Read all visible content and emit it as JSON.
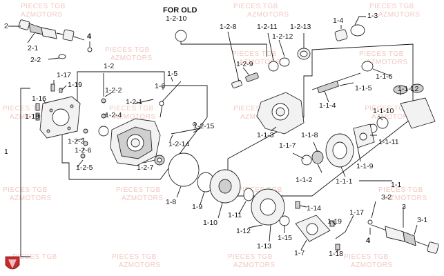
{
  "watermark": {
    "line1": "PIECES TGB",
    "line2": "AZMOTORS"
  },
  "note": {
    "line1": "FOR OLD",
    "line2": "1-2-10"
  },
  "labels": {
    "l_2": "2",
    "l_2_1": "2-1",
    "l_2_2": "2-2",
    "l_4a": "4",
    "l_1_17a": "1-17",
    "l_1_19a": "1-19",
    "l_1_16": "1-16",
    "l_1_18a": "1-18",
    "l_1": "1",
    "l_1_2": "1-2",
    "l_1_2_2": "1-2-2",
    "l_1_2_1": "1-2-1",
    "l_1_2_4": "1-2-4",
    "l_1_2_3": "1-2-3",
    "l_1_2_6": "1-2-6",
    "l_1_2_5": "1-2-5",
    "l_1_5": "1-5",
    "l_1_6": "1-6",
    "l_1_2_8": "1-2-8",
    "l_1_2_9": "1-2-9",
    "l_1_2_11": "1-2-11",
    "l_1_2_12": "1-2-12",
    "l_1_2_13": "1-2-13",
    "l_1_3": "1-3",
    "l_1_4": "1-4",
    "l_1_1_6": "1-1-6",
    "l_1_1_5": "1-1-5",
    "l_1_1_4": "1-1-4",
    "l_1_1_12": "1-1-12",
    "l_1_1_10": "1-1-10",
    "l_1_1_3": "1-1-3",
    "l_1_1_11": "1-1-11",
    "l_1_1_8": "1-1-8",
    "l_1_1_7": "1-1-7",
    "l_1_1_9": "1-1-9",
    "l_1_1_2": "1-1-2",
    "l_1_1_1": "1-1-1",
    "l_1_1": "1-1",
    "l_1_2_15": "1-2-15",
    "l_1_2_14": "1-2-14",
    "l_1_2_7": "1-2-7",
    "l_1_8": "1-8",
    "l_1_9": "1-9",
    "l_1_10": "1-10",
    "l_1_11": "1-11",
    "l_1_12": "1-12",
    "l_1_13": "1-13",
    "l_1_14": "1-14",
    "l_1_15": "1-15",
    "l_1_17b": "1-17",
    "l_1_19b": "1-19",
    "l_1_7": "1-7",
    "l_1_18b": "1-18",
    "l_3_2": "3-2",
    "l_3": "3",
    "l_3_1": "3-1",
    "l_4b": "4"
  }
}
